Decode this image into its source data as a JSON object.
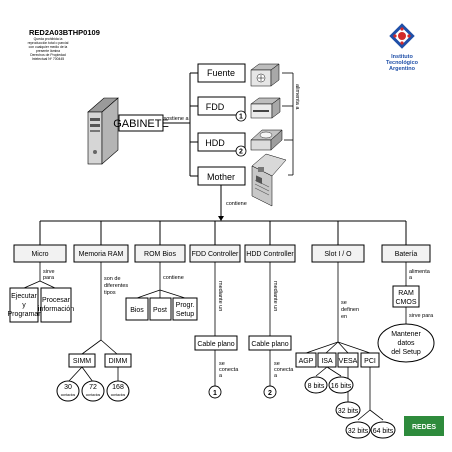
{
  "header": {
    "code": "RED2A03BTHP0109",
    "notice": [
      "Queda prohibida la",
      "reproducción total o parcial",
      "con cualquier medio de la",
      "presente lámina",
      "Derechos de Propiedad",
      "Intelectual Nº 700445"
    ]
  },
  "logo": {
    "lines": [
      "Instituto",
      "Tecnológico",
      "Argentino"
    ]
  },
  "top": {
    "gabinete": "GABINETE",
    "sostiene": "sostiene a",
    "components": [
      "Fuente",
      "FDD",
      "HDD",
      "Mother"
    ],
    "badge_fdd": "1",
    "badge_hdd": "2",
    "alimenta": "alimenta a",
    "contiene": "contiene"
  },
  "categories": {
    "micro": "Micro",
    "memoria": "Memoria RAM",
    "rombios": "ROM Bios",
    "fddctrl": "FDD Controller",
    "hddctrl": "HDD Controller",
    "slot": "Slot I / O",
    "bateria": "Batería"
  },
  "micro": {
    "link": [
      "sirve",
      "para"
    ],
    "items": [
      [
        "Ejecutar",
        "y",
        "Programar"
      ],
      [
        "Procesar",
        "información"
      ]
    ]
  },
  "memoria": {
    "link": [
      "son de",
      "diferentes",
      "tipos"
    ],
    "types": [
      "SIMM",
      "DIMM"
    ],
    "contacts": [
      [
        "30",
        "contactos"
      ],
      [
        "72",
        "contactos"
      ],
      [
        "168",
        "contactos"
      ]
    ]
  },
  "rombios": {
    "link": "contiene",
    "items": [
      [
        "Bios"
      ],
      [
        "Post"
      ],
      [
        "Progr.",
        "Setup"
      ]
    ]
  },
  "fdd": {
    "link": "mediante un",
    "cable": "Cable plano",
    "conecta": [
      "se",
      "conecta",
      "a"
    ],
    "target": "1"
  },
  "hdd": {
    "link": "mediante un",
    "cable": "Cable plano",
    "conecta": [
      "se",
      "conecta",
      "a"
    ],
    "target": "2"
  },
  "slot": {
    "link": [
      "se",
      "definen",
      "en"
    ],
    "types": [
      "AGP",
      "ISA",
      "VESA",
      "PCI"
    ],
    "bits": [
      "8 bits",
      "16 bits",
      "32 bits",
      "32 bits",
      "64 bits"
    ]
  },
  "bateria": {
    "link": [
      "alimenta",
      "a"
    ],
    "ram": [
      "RAM",
      "CMOS"
    ],
    "sirve": "sirve para",
    "result": [
      "Mantener",
      "datos",
      "del Setup"
    ]
  },
  "footer": {
    "redes": "REDES"
  }
}
